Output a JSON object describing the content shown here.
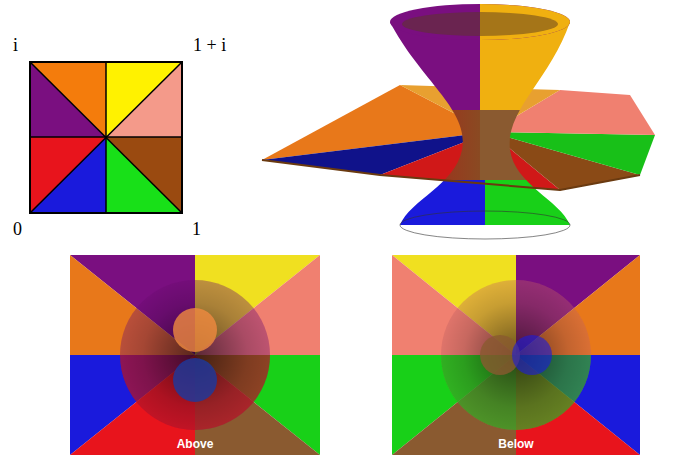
{
  "diagram": {
    "labels": [
      "i",
      "1 + i",
      "0",
      "1",
      "Above",
      "Below"
    ]
  }
}
